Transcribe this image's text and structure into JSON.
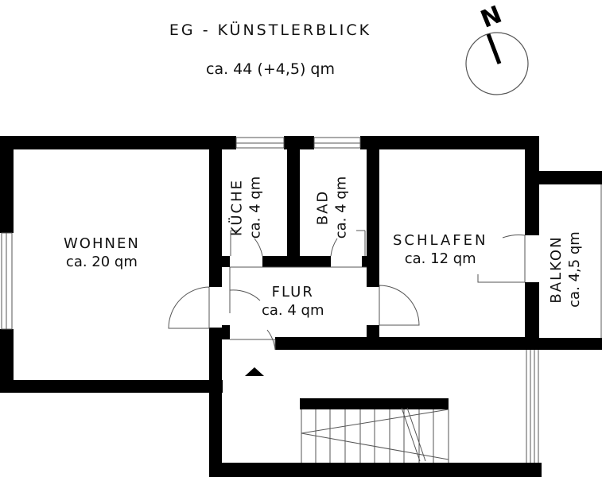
{
  "header": {
    "title": "EG - KÜNSTLERBLICK",
    "total_area": "ca. 44 (+4,5) qm"
  },
  "compass": {
    "label": "N"
  },
  "rooms": {
    "wohnen": {
      "name": "WOHNEN",
      "area": "ca. 20 qm"
    },
    "kueche": {
      "name": "KÜCHE",
      "area": "ca. 4 qm"
    },
    "bad": {
      "name": "BAD",
      "area": "ca. 4 qm"
    },
    "schlafen": {
      "name": "SCHLAFEN",
      "area": "ca. 12 qm"
    },
    "balkon": {
      "name": "BALKON",
      "area": "ca. 4,5 qm"
    },
    "flur": {
      "name": "FLUR",
      "area": "ca. 4 qm"
    }
  },
  "colors": {
    "wall": "#000000",
    "line": "#555555",
    "background": "#ffffff"
  }
}
